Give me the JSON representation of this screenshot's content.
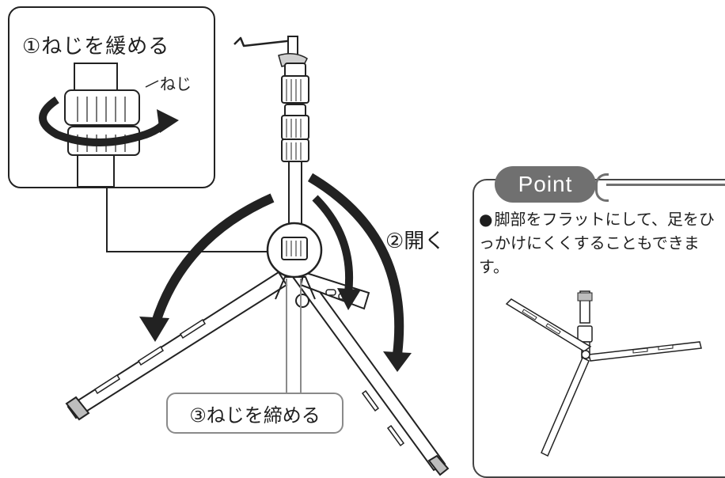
{
  "step1": {
    "title": "①ねじを緩める",
    "screw_label": "ねじ"
  },
  "step2": {
    "label": "②開く"
  },
  "step3": {
    "label": "③ねじを締める"
  },
  "point": {
    "badge": "Point",
    "bullet": "●",
    "text": "脚部をフラットにして、足をひっかけにくくすることもできます。"
  }
}
